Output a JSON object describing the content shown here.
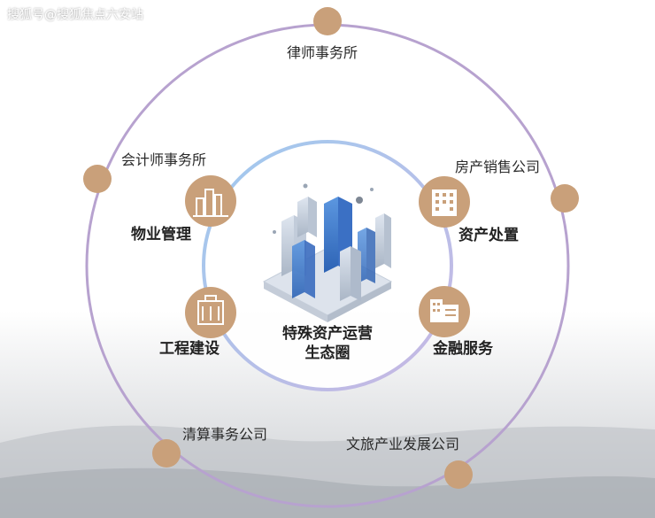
{
  "watermark": "搜狐号@搜狐焦点六安站",
  "center": {
    "line1": "特殊资产运营",
    "line2": "生态圈"
  },
  "outer_ring": {
    "lawyer": "律师事务所",
    "accounting": "会计师事务所",
    "realestate_sales": "房产销售公司",
    "liquidation": "清算事务公司",
    "cultural_tourism": "文旅产业发展公司"
  },
  "inner_ring": {
    "property_mgmt": "物业管理",
    "asset_disposal": "资产处置",
    "construction": "工程建设",
    "finance_services": "金融服务"
  },
  "colors": {
    "outer_ring": "#b7a2cf",
    "node_fill": "#c9a07a",
    "inner_gradient_start": "#9ac8ef",
    "inner_gradient_end": "#c7b4e2",
    "building_blue": "#4a86d6"
  },
  "icons": {
    "property_mgmt": "city-buildings-icon",
    "asset_disposal": "office-building-icon",
    "construction": "factory-building-icon",
    "finance_services": "bank-building-icon"
  }
}
